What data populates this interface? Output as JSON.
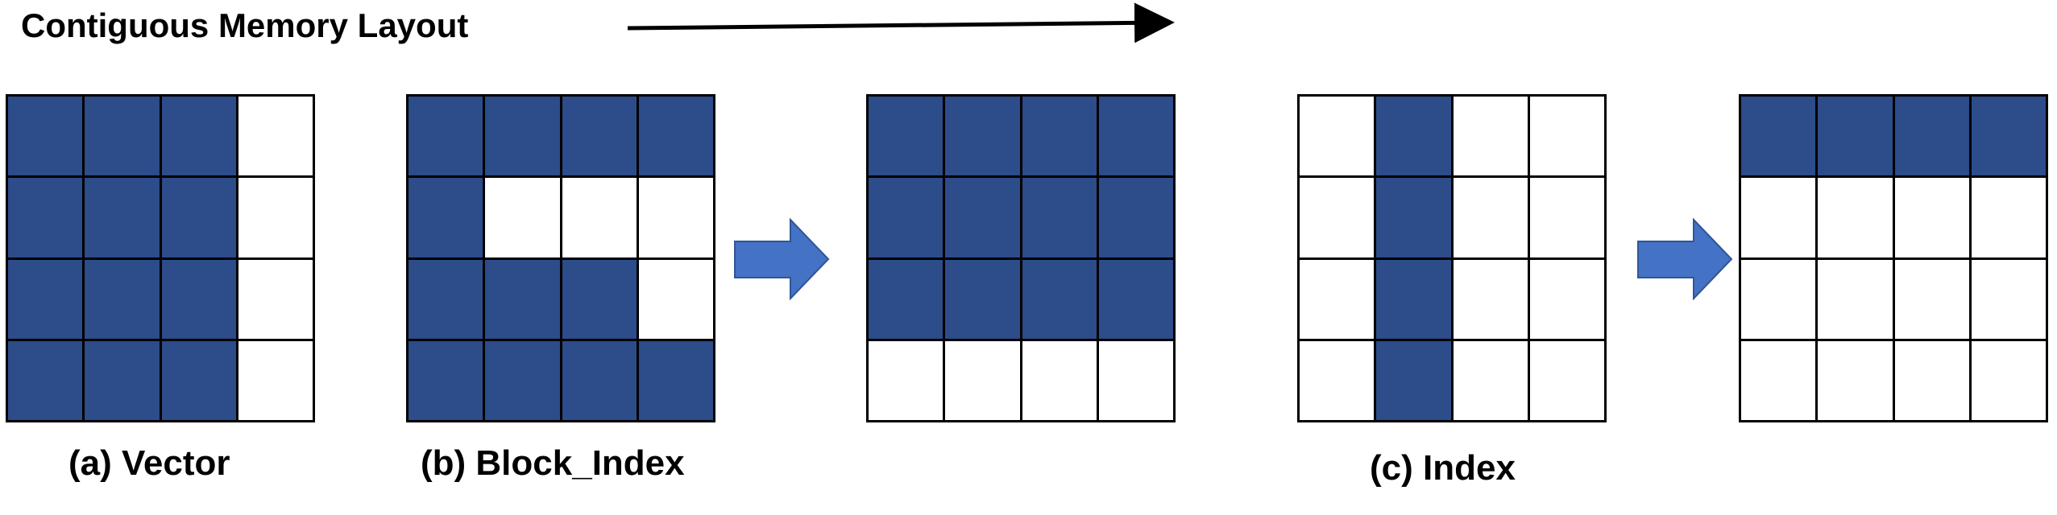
{
  "title": "Contiguous Memory Layout",
  "captions": {
    "vector": "(a) Vector",
    "block_index": "(b) Block_Index",
    "index": "(c) Index"
  },
  "colors": {
    "filled": "#2c4c8a",
    "arrow_fill": "#4472c4",
    "arrow_stroke": "#2f5597",
    "line": "#000000"
  },
  "grids": {
    "vector": [
      [
        1,
        1,
        1,
        0
      ],
      [
        1,
        1,
        1,
        0
      ],
      [
        1,
        1,
        1,
        0
      ],
      [
        1,
        1,
        1,
        0
      ]
    ],
    "block_index_before": [
      [
        1,
        1,
        1,
        1
      ],
      [
        1,
        0,
        0,
        0
      ],
      [
        1,
        1,
        1,
        0
      ],
      [
        1,
        1,
        1,
        1
      ]
    ],
    "block_index_after": [
      [
        1,
        1,
        1,
        1
      ],
      [
        1,
        1,
        1,
        1
      ],
      [
        1,
        1,
        1,
        1
      ],
      [
        0,
        0,
        0,
        0
      ]
    ],
    "index_before": [
      [
        0,
        1,
        0,
        0
      ],
      [
        0,
        1,
        0,
        0
      ],
      [
        0,
        1,
        0,
        0
      ],
      [
        0,
        1,
        0,
        0
      ]
    ],
    "index_after": [
      [
        1,
        1,
        1,
        1
      ],
      [
        0,
        0,
        0,
        0
      ],
      [
        0,
        0,
        0,
        0
      ],
      [
        0,
        0,
        0,
        0
      ]
    ]
  }
}
